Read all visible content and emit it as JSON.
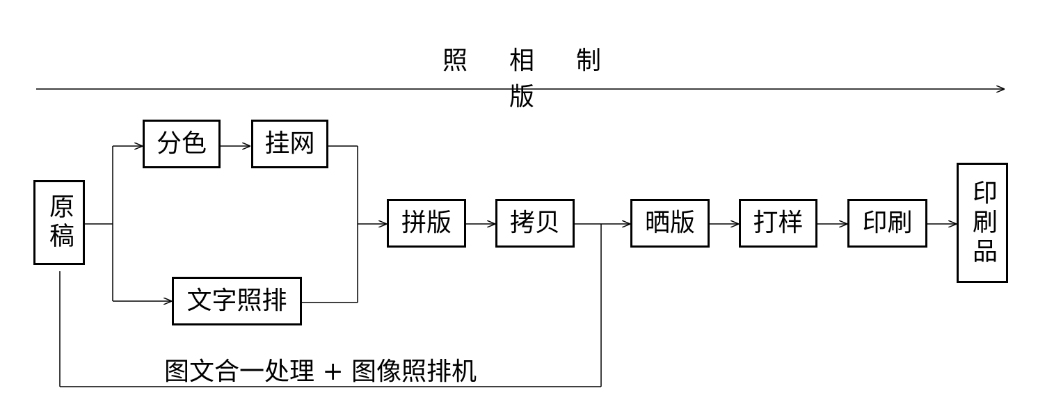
{
  "title": "照相制版",
  "nodes": {
    "original": "原稿",
    "color_separation": "分色",
    "screening": "挂网",
    "text_typesetting": "文字照排",
    "imposition": "拼版",
    "copying": "拷贝",
    "plate_exposure": "晒版",
    "proofing": "打样",
    "printing": "印刷",
    "printed_product": "印刷品"
  },
  "caption": "图文合一处理 + 图像照排机"
}
